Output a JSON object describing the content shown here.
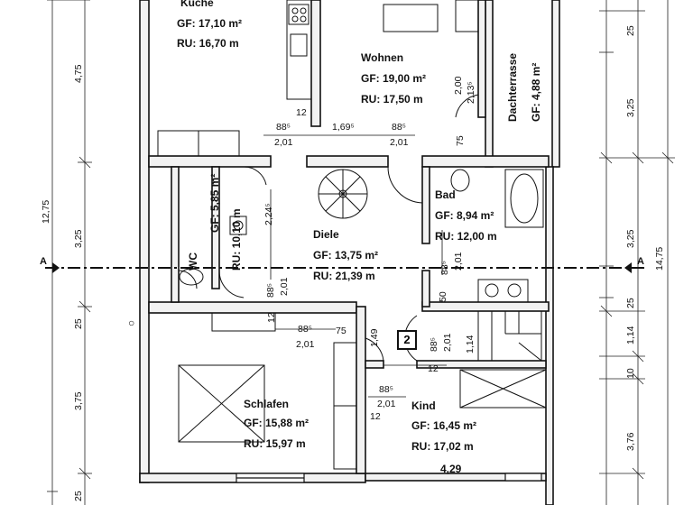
{
  "rooms": {
    "kueche": {
      "name": "Küche",
      "gf": "GF: 17,10 m²",
      "ru": "RU: 16,70 m"
    },
    "wohnen": {
      "name": "Wohnen",
      "gf": "GF: 19,00 m²",
      "ru": "RU: 17,50 m"
    },
    "dachterrasse": {
      "name": "Dachterrasse",
      "gf": "GF:   4,88 m²"
    },
    "bad": {
      "name": "Bad",
      "gf": "GF:  8,94 m²",
      "ru": "RU: 12,00 m"
    },
    "diele": {
      "name": "Diele",
      "gf": "GF: 13,75 m²",
      "ru": "RU: 21,39 m"
    },
    "wc": {
      "name": "WC",
      "gf": "GF:  5,85 m²",
      "ru": "RU: 10,10 m"
    },
    "schlafen": {
      "name": "Schlafen",
      "gf": "GF: 15,88 m²",
      "ru": "RU: 15,97 m"
    },
    "kind": {
      "name": "Kind",
      "gf": "GF: 16,45 m²",
      "ru": "RU: 17,02 m",
      "width": "4,29"
    }
  },
  "stair_number": "2",
  "section_marker": "A",
  "dimensions_left_outer": [
    "4,75",
    "12,75",
    "3,25",
    "25",
    "3,75",
    "25"
  ],
  "dimensions_right": [
    "25",
    "3,25",
    "3,25",
    "25",
    "1,14",
    "10",
    "3,76",
    "14,75"
  ],
  "opening_dims": {
    "d1": "88⁵",
    "d1b": "2,01",
    "d2": "1,69⁵",
    "d3": "88⁵",
    "d3b": "2,01",
    "d4": "12",
    "d5": "2,00",
    "d5b": "2,13⁵",
    "d6": "75",
    "d7": "2,24⁵",
    "d8": "88⁵",
    "d8b": "2,01",
    "d9": "88⁵",
    "d9b": "2,01",
    "d10": "50",
    "d11": "88⁵",
    "d11b": "2,01",
    "d12": "75",
    "d13": "1,49",
    "d14": "88⁵",
    "d14b": "2,01",
    "d15": "1,14",
    "d16": "12",
    "d17": "88⁵",
    "d17b": "2,01",
    "d18": "12",
    "d19": "12"
  }
}
